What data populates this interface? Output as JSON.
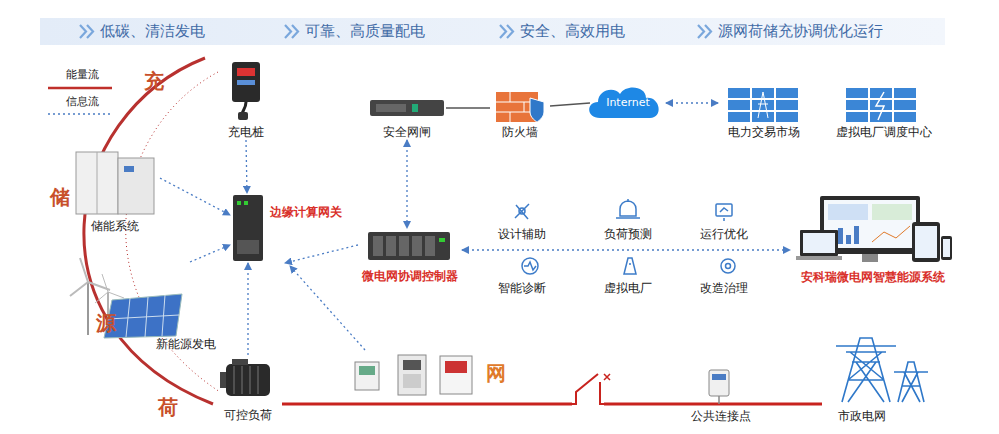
{
  "diagram": {
    "nodes": [
      {
        "text": [
          "低碳、清洁发电",
          "可靠、高质量配电",
          "安全、高效用电",
          "源网荷储充协调优化运行"
        ]
      },
      {
        "text": [
          "充电桩"
        ]
      },
      {
        "text": [
          "储能系统"
        ]
      },
      {
        "text": [
          "新能源发电"
        ]
      },
      {
        "text": [
          "可控负荷"
        ]
      },
      {
        "text": [
          "边缘计算网关"
        ]
      },
      {
        "text": [
          "安全网闸"
        ]
      },
      {
        "text": [
          "防火墙"
        ]
      },
      {
        "text": [
          "Internet"
        ]
      },
      {
        "text": [
          "电力交易市场"
        ]
      },
      {
        "text": [
          "虚拟电厂调度中心"
        ]
      },
      {
        "text": [
          "微电网协调控制器"
        ]
      },
      {
        "text": [
          "安科瑞微电网智慧能源系统"
        ]
      },
      {
        "text": [
          "公共连接点"
        ]
      },
      {
        "text": [
          "市政电网"
        ]
      }
    ],
    "edges": [
      {
        "from": 1,
        "to": 5,
        "arrow": "to"
      },
      {
        "from": 2,
        "to": 5,
        "arrow": "to"
      },
      {
        "from": 3,
        "to": 5,
        "arrow": "to"
      },
      {
        "from": 4,
        "to": 5,
        "arrow": "to"
      },
      {
        "from": 11,
        "to": 5,
        "arrow": "to"
      },
      {
        "from": 6,
        "to": 11,
        "arrow": "both"
      },
      {
        "from": 11,
        "to": 12,
        "arrow": "both"
      },
      {
        "from": 6,
        "to": 7,
        "arrow": "none"
      },
      {
        "from": 7,
        "to": 8,
        "arrow": "none"
      },
      {
        "from": 8,
        "to": 9,
        "arrow": "both"
      },
      {
        "from": 4,
        "to": 13,
        "arrow": "none"
      },
      {
        "from": 13,
        "to": 14,
        "arrow": "none"
      }
    ],
    "labels": [
      "充",
      "储",
      "源",
      "荷",
      "网",
      "设计辅助",
      "负荷预测",
      "运行优化",
      "智能诊断",
      "虚拟电厂",
      "改造治理"
    ],
    "legend": [
      {
        "text": "能量流"
      },
      {
        "text": "信息流"
      }
    ]
  }
}
